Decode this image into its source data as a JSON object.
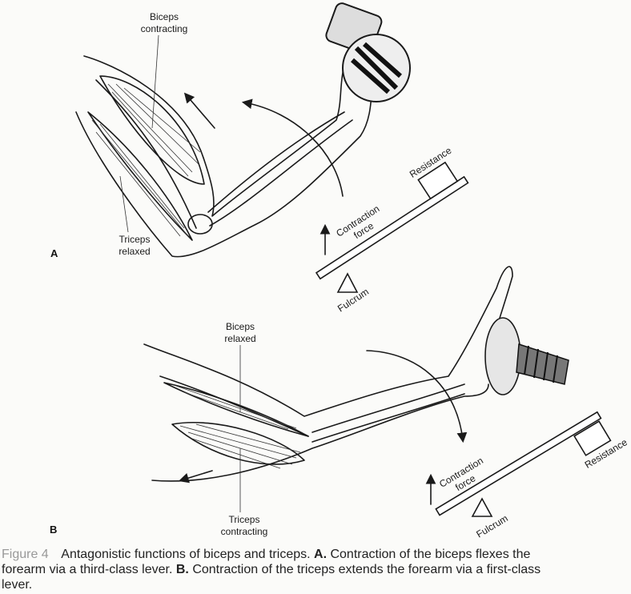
{
  "panel_a": {
    "label": "A",
    "biceps_label": [
      "Biceps",
      "contracting"
    ],
    "triceps_label": [
      "Triceps",
      "relaxed"
    ],
    "lever": {
      "resistance": "Resistance",
      "force": [
        "Contraction",
        "force"
      ],
      "fulcrum": "Fulcrum"
    }
  },
  "panel_b": {
    "label": "B",
    "biceps_label": [
      "Biceps",
      "relaxed"
    ],
    "triceps_label": [
      "Triceps",
      "contracting"
    ],
    "lever": {
      "resistance": "Resistance",
      "force": [
        "Contraction",
        "force"
      ],
      "fulcrum": "Fulcrum"
    }
  },
  "caption": {
    "figure_number": "Figure 4",
    "title": "Antagonistic functions of biceps and triceps.",
    "a_marker": "A.",
    "a_text": "Contraction of the biceps flexes the forearm via a third-class lever.",
    "b_marker": "B.",
    "b_text": "Contraction of the triceps extends the forearm via a first-class lever."
  }
}
